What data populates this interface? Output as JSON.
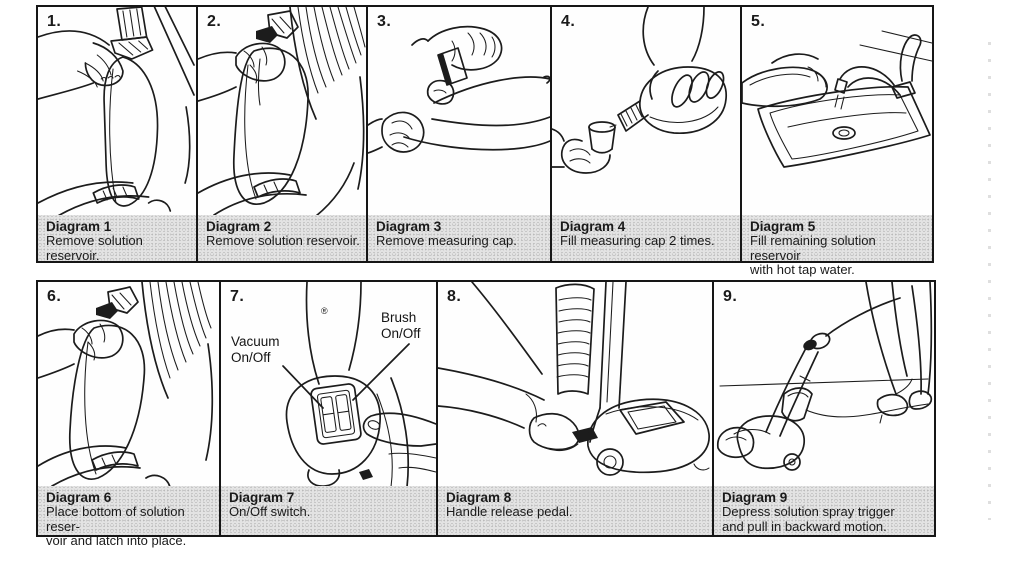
{
  "page": {
    "background": "#ffffff",
    "ink_color": "#1c1c1c",
    "caption_background": "#e3e3e3"
  },
  "panels": [
    {
      "number": "1.",
      "title": "Diagram 1",
      "caption_lines": [
        "Remove solution reservoir."
      ],
      "illustration": "hand-unlatching-solution-reservoir"
    },
    {
      "number": "2.",
      "title": "Diagram 2",
      "caption_lines": [
        "Remove solution reservoir."
      ],
      "illustration": "hand-lifting-solution-reservoir-off-machine"
    },
    {
      "number": "3.",
      "title": "Diagram 3",
      "caption_lines": [
        "Remove measuring cap."
      ],
      "illustration": "hands-removing-measuring-cap-from-reservoir"
    },
    {
      "number": "4.",
      "title": "Diagram 4",
      "caption_lines": [
        "Fill measuring cap 2 times."
      ],
      "illustration": "hands-pouring-cleaning-solution-into-measuring-cap"
    },
    {
      "number": "5.",
      "title": "Diagram 5",
      "caption_lines": [
        "Fill remaining solution reservoir",
        "with hot tap water."
      ],
      "illustration": "filling-reservoir-at-kitchen-sink-faucet"
    },
    {
      "number": "6.",
      "title": "Diagram 6",
      "caption_lines": [
        "Place bottom of solution reser-",
        "voir and latch into place."
      ],
      "illustration": "hand-placing-reservoir-back-into-machine"
    },
    {
      "number": "7.",
      "title": "Diagram 7",
      "caption_lines": [
        "On/Off switch."
      ],
      "illustration": "finger-pressing-onoff-rocker-switches-on-handle",
      "switch_labels": {
        "left": [
          "Vacuum",
          "On/Off"
        ],
        "right": [
          "Brush",
          "On/Off"
        ],
        "registered_mark": "®"
      }
    },
    {
      "number": "8.",
      "title": "Diagram 8",
      "caption_lines": [
        "Handle release pedal."
      ],
      "illustration": "foot-pressing-handle-release-pedal-on-base"
    },
    {
      "number": "9.",
      "title": "Diagram 9",
      "caption_lines": [
        "Depress solution spray trigger",
        "and pull in backward motion."
      ],
      "illustration": "person-pulling-cleaner-backward-across-floor"
    }
  ]
}
